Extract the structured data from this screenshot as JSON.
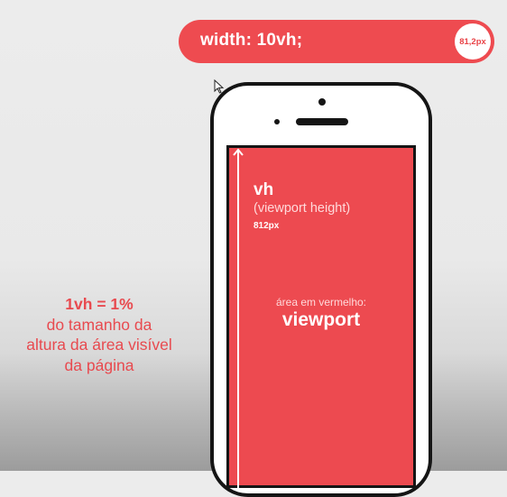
{
  "css_rule": {
    "code": "width: 10vh;",
    "result_px": "81,2px"
  },
  "screen": {
    "unit": "vh",
    "unit_name": "(viewport height)",
    "height_px": "812px",
    "area_label": "área em vermelho:",
    "area_name": "viewport"
  },
  "explanation": {
    "formula": "1vh = 1%",
    "line1": "do tamanho da",
    "line2": "altura da área visível",
    "line3": "da página"
  },
  "colors": {
    "accent": "#ee4b50",
    "phone_outline": "#151515"
  },
  "icons": {
    "cursor": "mouse-pointer-icon",
    "arrow": "vertical-arrow-icon"
  }
}
